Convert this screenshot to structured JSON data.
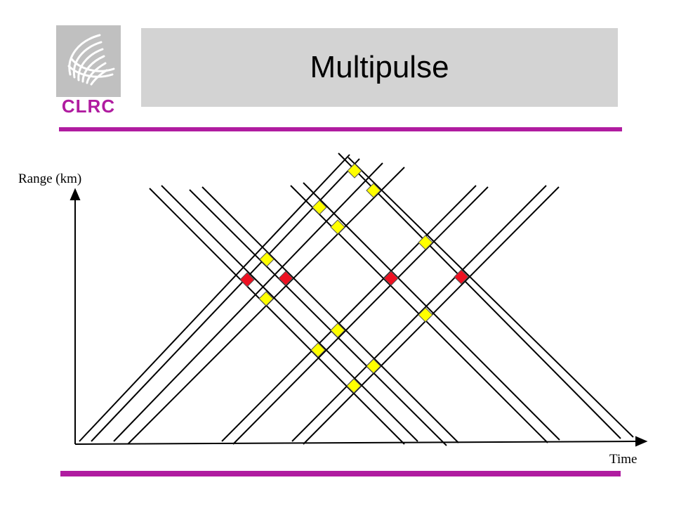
{
  "logo": {
    "text": "CLRC"
  },
  "title": "Multipulse",
  "axes": {
    "ylabel": "Range (km)",
    "xlabel": "Time"
  },
  "colors": {
    "accent_bar": "#b01ca0",
    "title_bg": "#d3d3d3",
    "logo_bg": "#c0c0c0",
    "marker_yellow": "#ffff00",
    "marker_red": "#ee1122",
    "line": "#000000"
  }
}
